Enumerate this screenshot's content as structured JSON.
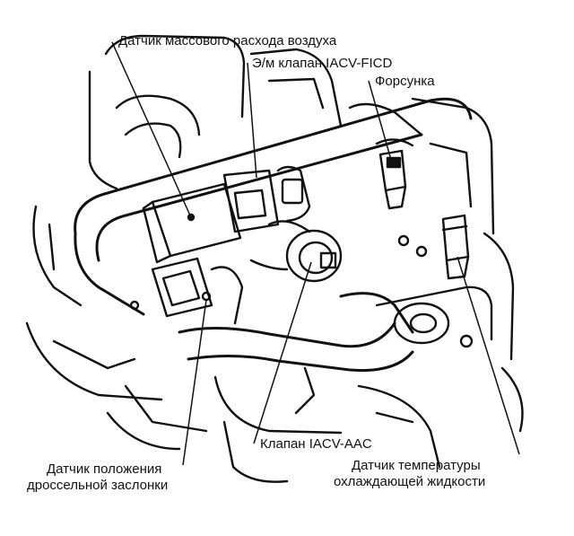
{
  "labels": {
    "maf_sensor": "Датчик массового расхода воздуха",
    "iacv_ficd": "Э/м клапан IACV-FICD",
    "injector": "Форсунка",
    "iacv_aac": "Клапан IACV-AAC",
    "tps_line1": "Датчик положения",
    "tps_line2": "дроссельной заслонки",
    "coolant_line1": "Датчик температуры",
    "coolant_line2": "охлаждающей жидкости"
  },
  "colors": {
    "ink": "#111111",
    "background": "#ffffff"
  }
}
